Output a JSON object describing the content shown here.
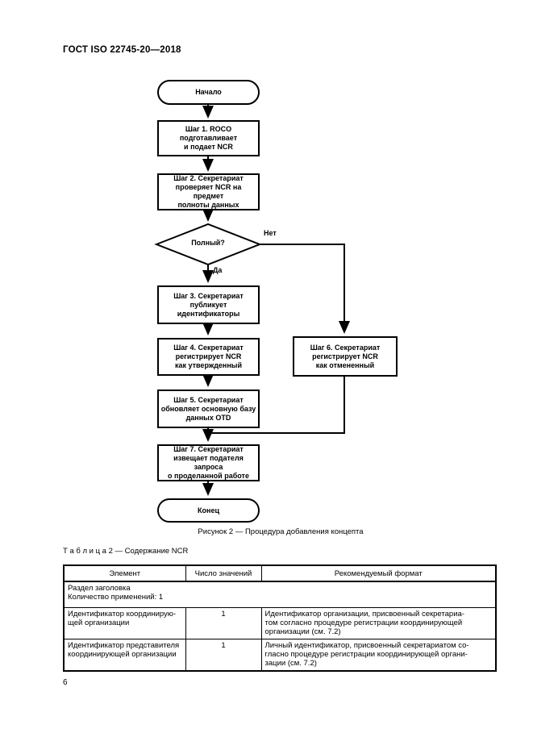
{
  "page": {
    "header": "ГОСТ ISO 22745-20—2018",
    "page_number": "6"
  },
  "flowchart": {
    "start": "Начало",
    "end": "Конец",
    "decision": "Полный?",
    "no_label": "Нет",
    "yes_label": "Да",
    "steps": {
      "step1": "Шаг 1. ROCO\nподготавливает\nи подает NCR",
      "step2": "Шаг 2. Секретариат\nпроверяет NCR на предмет\nполноты данных",
      "step3": "Шаг 3. Секретариат\nпубликует\nидентификаторы",
      "step4": "Шаг 4. Секретариат\nрегистрирует NCR\nкак утвержденный",
      "step5": "Шаг 5. Секретариат\nобновляет основную базу\nданных OTD",
      "step6": "Шаг 6. Секретариат\nрегистрирует NCR\nкак отмененный",
      "step7": "Шаг 7. Секретариат\nизвещает подателя запроса\nо проделанной работе"
    },
    "caption": "Рисунок 2 — Процедура добавления концепта"
  },
  "table": {
    "title": "Т а б л и ц а  2 — Содержание NCR",
    "headers": [
      "Элемент",
      "Число значений",
      "Рекомендуемый формат"
    ],
    "section_row": "Раздел заголовка\nКоличество применений: 1",
    "rows": [
      {
        "element": "Идентификатор  координирую-\nщей организации",
        "count": "1",
        "format": "Идентификатор  организации,  присвоенный  секретариа-\nтом  согласно  процедуре  регистрации  координирующей\nорганизации (см. 7.2)"
      },
      {
        "element": "Идентификатор представителя\nкоординирующей организации",
        "count": "1",
        "format": "Личный  идентификатор,  присвоенный  секретариатом  со-\nгласно  процедуре  регистрации  координирующей  органи-\nзации (см. 7.2)"
      }
    ]
  }
}
